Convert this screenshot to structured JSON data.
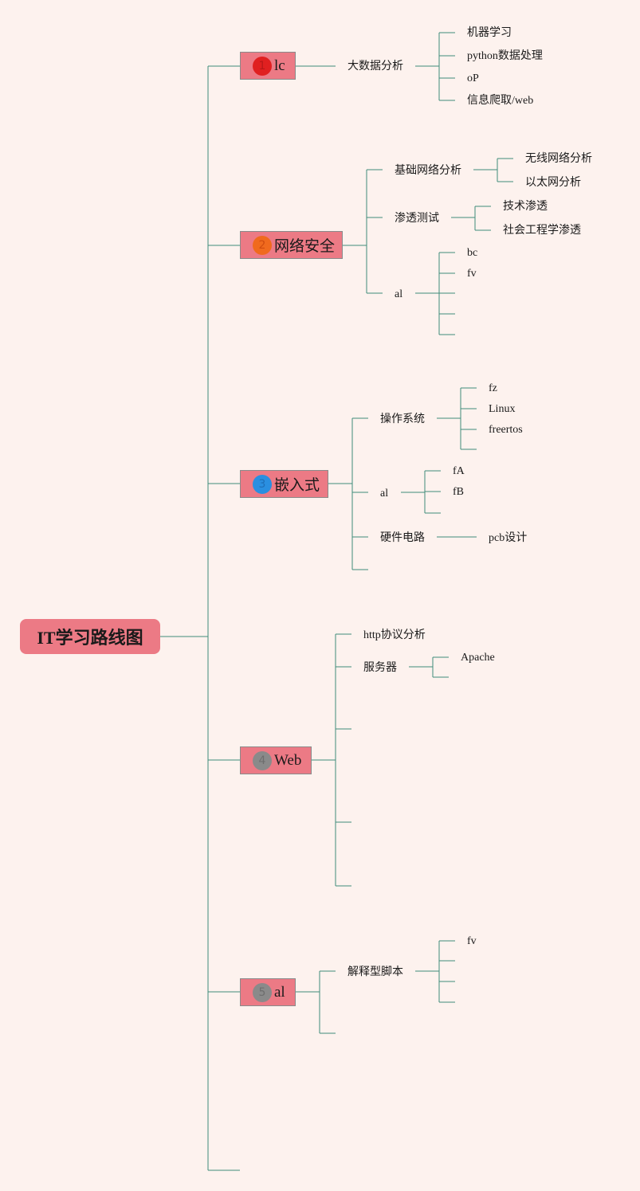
{
  "root": {
    "label": "IT学习路线图"
  },
  "colors": {
    "background": "#fdf2ee",
    "node": "#ec7a85",
    "line": "#3f8c7a"
  },
  "branches": [
    {
      "id": "b1",
      "number": "1",
      "label": "lc",
      "badge_color": "#e02020",
      "badge_text_color": "#b81818",
      "children": [
        {
          "label": "大数据分析",
          "children": [
            "机器学习",
            "python数据处理",
            "oP",
            "信息爬取/web"
          ]
        }
      ]
    },
    {
      "id": "b2",
      "number": "2",
      "label": "网络安全",
      "badge_color": "#f06a1e",
      "badge_text_color": "#d04c10",
      "children": [
        {
          "label": "基础网络分析",
          "children": [
            "无线网络分析",
            "以太网分析"
          ]
        },
        {
          "label": "渗透测试",
          "children": [
            "技术渗透",
            "社会工程学渗透"
          ]
        },
        {
          "label": "al",
          "children": [
            "bc",
            "fv",
            "",
            "",
            ""
          ]
        }
      ]
    },
    {
      "id": "b3",
      "number": "3",
      "label": "嵌入式",
      "badge_color": "#2a8fe0",
      "badge_text_color": "#1e6fb8",
      "children": [
        {
          "label": "操作系统",
          "children": [
            "fz",
            "Linux",
            "freertos",
            ""
          ]
        },
        {
          "label": "al",
          "children": [
            "fA",
            "fB",
            ""
          ]
        },
        {
          "label": "硬件电路",
          "children": [
            "pcb设计"
          ]
        },
        {
          "label": "",
          "children": []
        }
      ]
    },
    {
      "id": "b4",
      "number": "4",
      "label": "Web",
      "badge_color": "#8a8a8a",
      "badge_text_color": "#6e6e6e",
      "children": [
        {
          "label": "http协议分析",
          "children": []
        },
        {
          "label": "服务器",
          "children": [
            "Apache",
            ""
          ]
        },
        {
          "label": "",
          "children": []
        },
        {
          "label": "",
          "children": []
        },
        {
          "label": "",
          "children": []
        }
      ]
    },
    {
      "id": "b5",
      "number": "5",
      "label": "al",
      "badge_color": "#8a8a8a",
      "badge_text_color": "#6e6e6e",
      "children": [
        {
          "label": "解释型脚本",
          "children": [
            "fv",
            "",
            "",
            ""
          ]
        },
        {
          "label": "",
          "children": []
        }
      ]
    }
  ]
}
